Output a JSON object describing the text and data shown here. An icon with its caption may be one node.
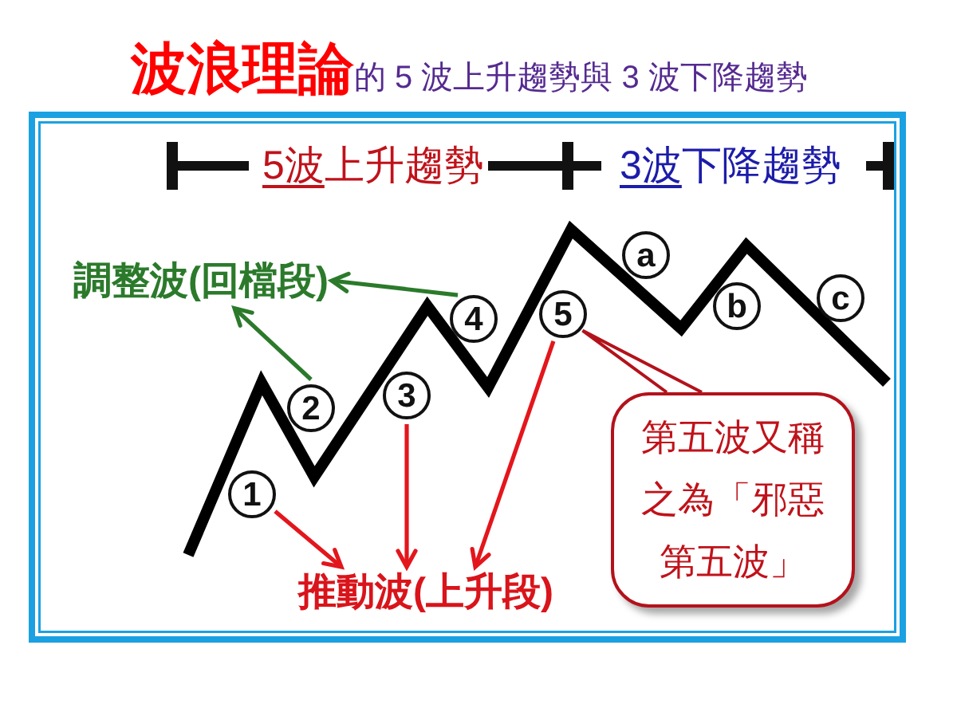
{
  "diagram": {
    "title": "**波浪理論**的 5 波上升趨勢與 3 波下降趨勢",
    "nodes": [
      {
        "text": [
          "調整波(回檔段)"
        ]
      },
      {
        "text": [
          "1"
        ]
      },
      {
        "text": [
          "2"
        ]
      },
      {
        "text": [
          "3"
        ]
      },
      {
        "text": [
          "4"
        ]
      },
      {
        "text": [
          "5"
        ]
      },
      {
        "text": [
          "a"
        ]
      },
      {
        "text": [
          "b"
        ]
      },
      {
        "text": [
          "c"
        ]
      },
      {
        "text": [
          "推動波(上升段)"
        ]
      },
      {
        "text": [
          "第五波又稱之為「邪惡第五波」"
        ]
      }
    ],
    "edges": [
      {
        "from": 2,
        "to": 0,
        "arrow": "to",
        "color": "#2b7a2b"
      },
      {
        "from": 4,
        "to": 0,
        "arrow": "to",
        "color": "#2b7a2b"
      },
      {
        "from": 1,
        "to": 9,
        "arrow": "to"
      },
      {
        "from": 3,
        "to": 9,
        "arrow": "to"
      },
      {
        "from": 5,
        "to": 9,
        "arrow": "to"
      },
      {
        "from": 10,
        "to": 5,
        "arrow": "none",
        "color": "#b3121b"
      }
    ],
    "labels": [
      "5波上升趨勢",
      "3波下降趨勢"
    ]
  }
}
